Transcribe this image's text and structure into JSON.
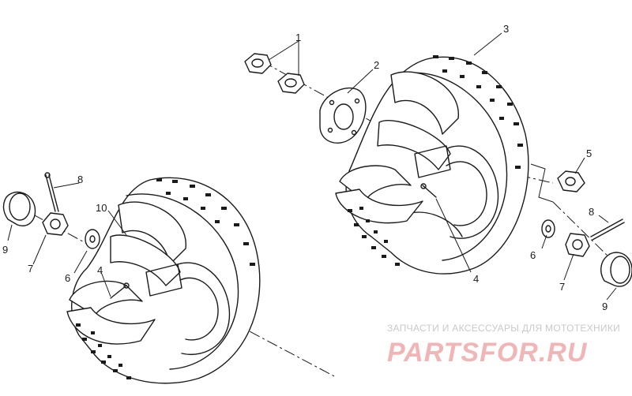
{
  "callouts": [
    {
      "id": "c1",
      "text": "1"
    },
    {
      "id": "c2",
      "text": "2"
    },
    {
      "id": "c3",
      "text": "3"
    },
    {
      "id": "c4a",
      "text": "4"
    },
    {
      "id": "c4b",
      "text": "4"
    },
    {
      "id": "c5",
      "text": "5"
    },
    {
      "id": "c6a",
      "text": "6"
    },
    {
      "id": "c6b",
      "text": "6"
    },
    {
      "id": "c7a",
      "text": "7"
    },
    {
      "id": "c7b",
      "text": "7"
    },
    {
      "id": "c8a",
      "text": "8"
    },
    {
      "id": "c8b",
      "text": "8"
    },
    {
      "id": "c9a",
      "text": "9"
    },
    {
      "id": "c9b",
      "text": "9"
    },
    {
      "id": "c10",
      "text": "10"
    }
  ],
  "watermark": {
    "tagline": "ЗАПЧАСТИ И АКСЕССУАРЫ ДЛЯ МОТОТЕХНИКИ",
    "brand": "PARTSFOR.RU",
    "color": "#e88a8a"
  }
}
